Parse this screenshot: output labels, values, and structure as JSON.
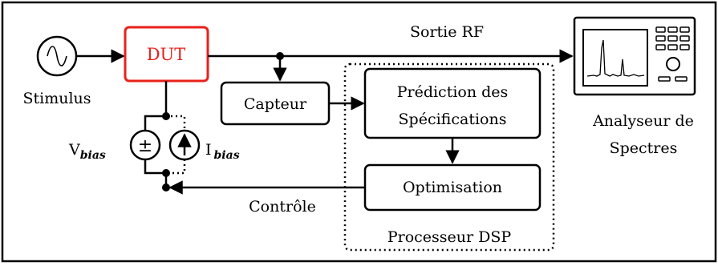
{
  "blocks": {
    "dut": "DUT",
    "capteur": "Capteur",
    "prediction_line1": "Prédiction des",
    "prediction_line2": "Spécifications",
    "optimisation": "Optimisation",
    "processor": "Processeur DSP"
  },
  "labels": {
    "stimulus": "Stimulus",
    "sortie_rf": "Sortie RF",
    "analyzer_line1": "Analyseur de",
    "analyzer_line2": "Spectres",
    "controle": "Contrôle",
    "v_main": "V",
    "v_sub": "bias",
    "i_main": "I",
    "i_sub": "bias",
    "plus_minus": "±"
  },
  "colors": {
    "dut_border": "#e8211a",
    "dut_text": "#e8211a",
    "line": "#000000",
    "background": "#ffffff"
  },
  "icons": {
    "stimulus": "sine-wave-source-icon",
    "voltage_source": "voltage-source-icon",
    "current_source": "current-source-arrow-icon",
    "analyzer": "spectrum-analyzer-icon"
  }
}
